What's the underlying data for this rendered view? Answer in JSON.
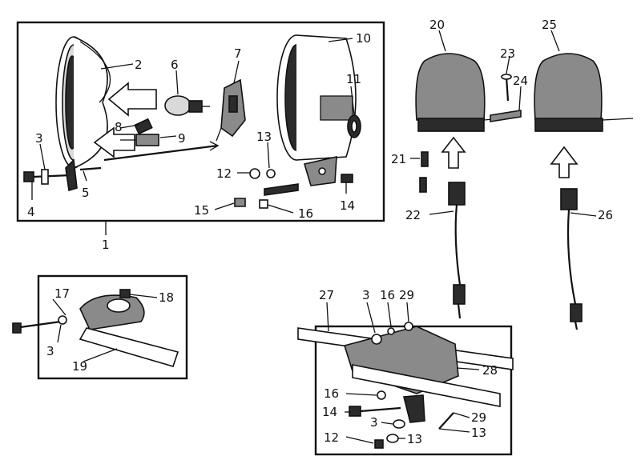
{
  "diagram": {
    "callouts": {
      "c1": "1",
      "c2": "2",
      "c3a": "3",
      "c4": "4",
      "c5": "5",
      "c6": "6",
      "c7": "7",
      "c8": "8",
      "c9": "9",
      "c10": "10",
      "c11": "11",
      "c12a": "12",
      "c13a": "13",
      "c14a": "14",
      "c15": "15",
      "c16a": "16",
      "c17": "17",
      "c18": "18",
      "c3b": "3",
      "c19": "19",
      "c20": "20",
      "c21": "21",
      "c22": "22",
      "c23": "23",
      "c24": "24",
      "c25": "25",
      "c26": "26",
      "c27": "27",
      "c3c": "3",
      "c16b": "16",
      "c29a": "29",
      "c28": "28",
      "c16c": "16",
      "c14b": "14",
      "c3d": "3",
      "c29b": "29",
      "c12b": "12",
      "c13b": "13",
      "c13c": "13"
    }
  }
}
